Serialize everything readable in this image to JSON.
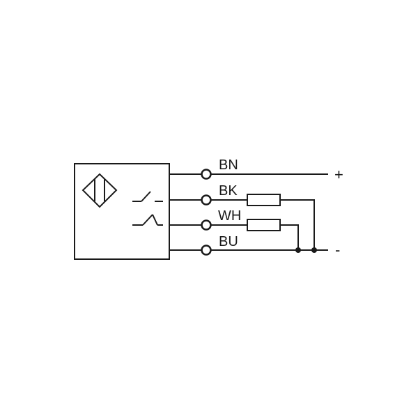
{
  "diagram": {
    "wires": [
      {
        "label": "BN"
      },
      {
        "label": "BK"
      },
      {
        "label": "WH"
      },
      {
        "label": "BU"
      }
    ],
    "supply": {
      "positive": "+",
      "negative": "-"
    },
    "sensor_symbol": "inductive-sensor-icon",
    "line_color": "#1a1a1a"
  }
}
